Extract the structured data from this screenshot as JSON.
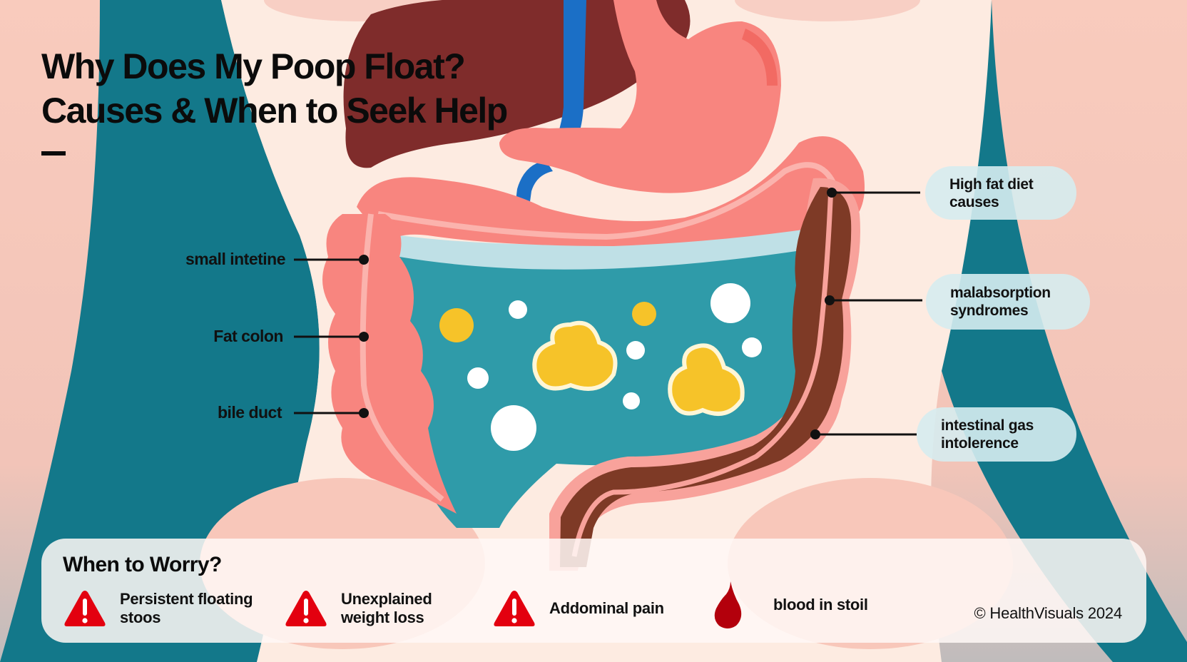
{
  "header": {
    "title_line1": "Why Does My Poop Float?",
    "title_line2": "Causes & When to Seek Help"
  },
  "left_labels": [
    {
      "label": "small intetine"
    },
    {
      "label": "Fat colon"
    },
    {
      "label": "bile duct"
    }
  ],
  "right_callouts": [
    {
      "line1": "High fat diet",
      "line2": "causes"
    },
    {
      "line1": "malabsorption",
      "line2": "syndromes"
    },
    {
      "line1": "intestinal gas",
      "line2": "intolerence"
    }
  ],
  "warning_panel": {
    "title": "When to Worry?",
    "items": [
      {
        "icon": "warning-triangle-icon",
        "line1": "Persistent floating",
        "line2": "stoos"
      },
      {
        "icon": "warning-triangle-icon",
        "line1": "Unexplained",
        "line2": "weight loss"
      },
      {
        "icon": "warning-triangle-icon",
        "line1": "Addominal pain",
        "line2": ""
      },
      {
        "icon": "blood-drop-icon",
        "line1": "blood in stoil",
        "line2": ""
      }
    ],
    "copyright": "© HealthVisuals 2024"
  },
  "colors": {
    "background_peach": "#f7cfc3",
    "body_cream": "#fdebe1",
    "side_teal": "#13788a",
    "liver": "#7f2c2b",
    "intestine_pink": "#f8857f",
    "colon_brown": "#7e3a26",
    "fluid_teal": "#2f9ba9",
    "fat_yellow": "#f6c329",
    "bile_blue": "#1b6fc6",
    "warning_red": "#e3000f",
    "blood_red": "#b3000c",
    "pill_bg": "#d6ecf0"
  }
}
